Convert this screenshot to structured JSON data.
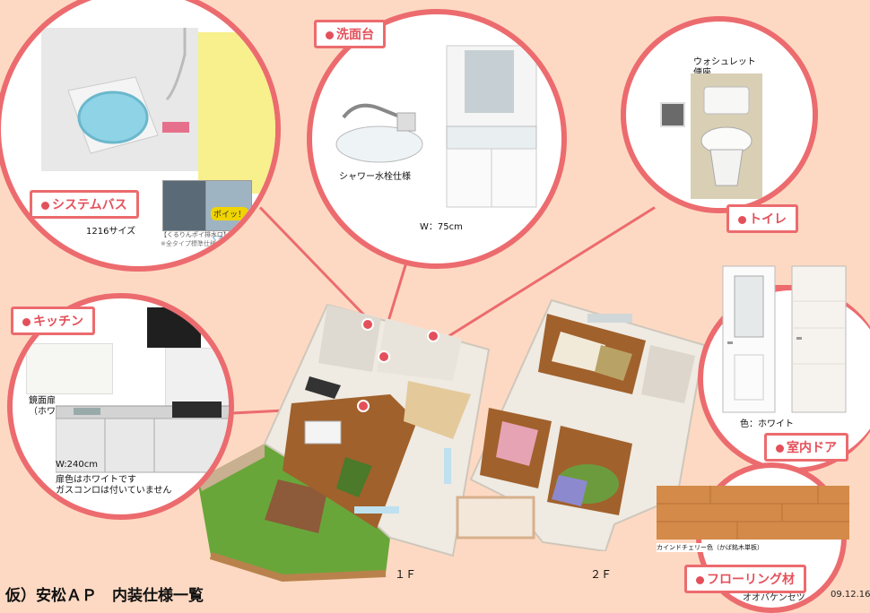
{
  "title": "仮）安松ＡＰ　内装仕様一覧",
  "company": "オオバケンセツ",
  "date": "09.12.16",
  "colors": {
    "accent": "#ec6b6e",
    "background": "#fdd9c3",
    "floor_wood": "#d48a48"
  },
  "bath": {
    "label": "システムバス",
    "size": "1216サイズ",
    "drain_caption": "【くるりんポイ排水口】",
    "drain_note": "※全タイプ標準仕様",
    "poi_badge": "ポイッ！",
    "brand": "くるりんポイ"
  },
  "washbasin": {
    "label": "洗面台",
    "faucet": "シャワー水栓仕様",
    "width": "W：75cm"
  },
  "toilet": {
    "label": "トイレ",
    "note_line1": "ウォシュレット",
    "note_line2": "便座"
  },
  "kitchen": {
    "label": "キッチン",
    "mirror_line1": "鏡面扉",
    "mirror_line2": "（ホワイト）",
    "width": "W:240cm",
    "note_line1": "扉色はホワイトです",
    "note_line2": "ガスコンロは付いていません"
  },
  "door": {
    "label": "室内ドア",
    "color": "色：ホワイト"
  },
  "flooring": {
    "label": "フローリング材",
    "caption": "カインドチェリー色（かば銘木単板）"
  },
  "plans": {
    "floor1": "１Ｆ",
    "floor2": "２Ｆ"
  }
}
